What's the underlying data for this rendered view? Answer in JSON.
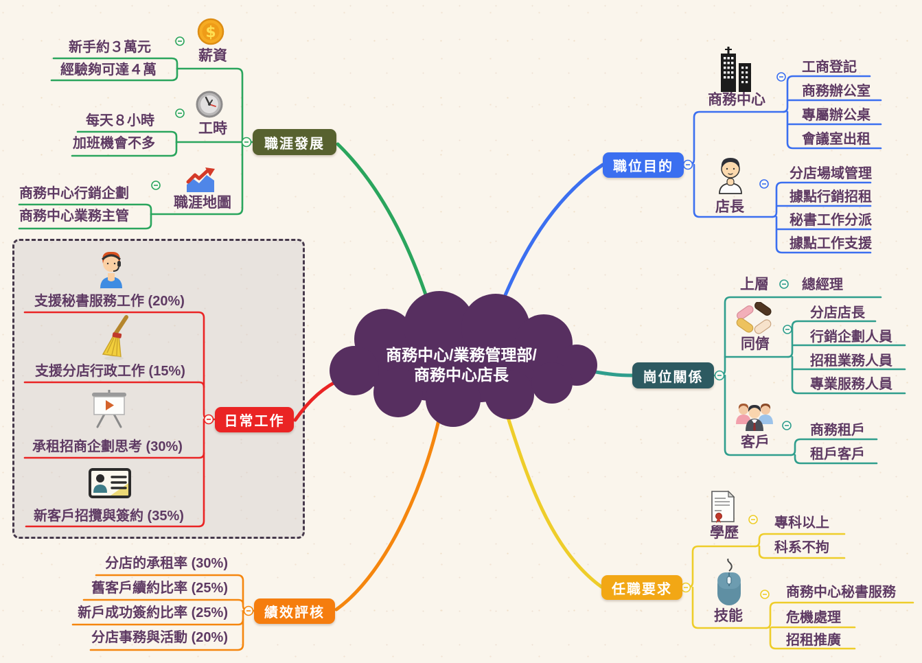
{
  "center": {
    "line1": "商務中心/業務管理部/",
    "line2": "商務中心店長"
  },
  "colors": {
    "career_line": "#2aa55d",
    "career_box": "#57612f",
    "purpose_line": "#3b6ff0",
    "purpose_box": "#3b6ff0",
    "relations_line": "#2f9e8d",
    "relations_box": "#2d5a61",
    "requirements_line": "#eecd2a",
    "requirements_box": "#f2a715",
    "performance_line": "#f5860e",
    "performance_box": "#f57d0e",
    "daily_line": "#ea2424",
    "daily_box": "#ea2424",
    "text": "#5e3a63",
    "cloud": "#572f60",
    "background": "#faf5ec"
  },
  "branches": {
    "career": {
      "label": "職涯發展",
      "subtopics": [
        {
          "label": "薪資",
          "icon": "coin-icon",
          "children": [
            "新手約３萬元",
            "經驗夠可達４萬"
          ]
        },
        {
          "label": "工時",
          "icon": "clock-icon",
          "children": [
            "每天８小時",
            "加班機會不多"
          ]
        },
        {
          "label": "職涯地圖",
          "icon": "chart-icon",
          "children": [
            "商務中心行銷企劃",
            "商務中心業務主管"
          ]
        }
      ]
    },
    "purpose": {
      "label": "職位目的",
      "subtopics": [
        {
          "label": "商務中心",
          "icon": "building-icon",
          "children": [
            "工商登記",
            "商務辦公室",
            "專屬辦公桌",
            "會議室出租"
          ]
        },
        {
          "label": "店長",
          "icon": "manager-icon",
          "children": [
            "分店場域管理",
            "據點行銷招租",
            "秘書工作分派",
            "據點工作支援"
          ]
        }
      ]
    },
    "relations": {
      "label": "崗位關係",
      "subtopics": [
        {
          "label": "上層",
          "children": [
            "總經理"
          ]
        },
        {
          "label": "同儕",
          "icon": "hands-icon",
          "children": [
            "分店店長",
            "行銷企劃人員",
            "招租業務人員",
            "專業服務人員"
          ]
        },
        {
          "label": "客戶",
          "icon": "people-icon",
          "children": [
            "商務租戶",
            "租戶客戶"
          ]
        }
      ]
    },
    "requirements": {
      "label": "任職要求",
      "subtopics": [
        {
          "label": "學歷",
          "icon": "certificate-icon",
          "children": [
            "專科以上",
            "科系不拘"
          ]
        },
        {
          "label": "技能",
          "icon": "mouse-icon",
          "children": [
            "商務中心秘書服務",
            "危機處理",
            "招租推廣"
          ]
        }
      ]
    },
    "performance": {
      "label": "績效評核",
      "children": [
        "分店的承租率 (30%)",
        "舊客戶續約比率 (25%)",
        "新戶成功簽約比率 (25%)",
        "分店事務與活動 (20%)"
      ]
    },
    "daily": {
      "label": "日常工作",
      "children": [
        "支援秘書服務工作 (20%)",
        "支援分店行政工作 (15%)",
        "承租招商企劃思考 (30%)",
        "新客戶招攬與簽約 (35%)"
      ]
    }
  }
}
